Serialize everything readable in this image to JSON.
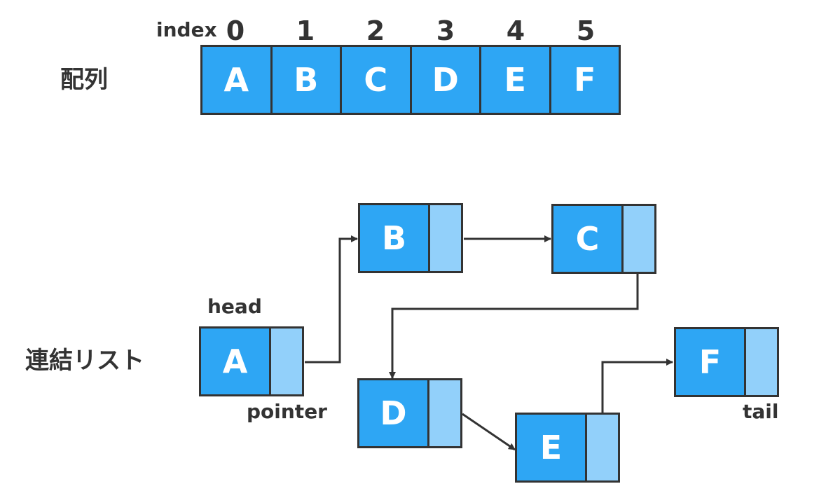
{
  "array_section": {
    "label": "配列",
    "index_label": "index",
    "indices": [
      "0",
      "1",
      "2",
      "3",
      "4",
      "5"
    ],
    "cells": [
      "A",
      "B",
      "C",
      "D",
      "E",
      "F"
    ]
  },
  "list_section": {
    "label": "連結リスト",
    "head_label": "head",
    "pointer_label": "pointer",
    "tail_label": "tail",
    "nodes": [
      "A",
      "B",
      "C",
      "D",
      "E",
      "F"
    ]
  },
  "colors": {
    "value_fill": "#2ea6f4",
    "pointer_fill": "#92d0fa",
    "outline": "#333333",
    "text": "#333333"
  }
}
